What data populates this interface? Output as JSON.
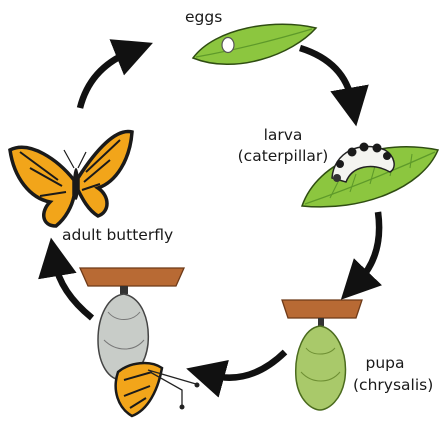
{
  "stages": {
    "eggs": "eggs",
    "larva": "larva",
    "larva_note": "(caterpillar)",
    "pupa": "pupa",
    "pupa_note": "(chrysalis)",
    "adult": "adult butterfly"
  },
  "colors": {
    "leaf": "#8cc63f",
    "leaf_vein": "#5e9a2a",
    "branch": "#b86a34",
    "chrysalis": "#a9c96a",
    "butterfly_orange": "#f2a51a",
    "butterfly_black": "#1a1a1a",
    "arrow": "#111111",
    "text": "#1a1a1a"
  },
  "icons": [
    "leaf-egg-icon",
    "caterpillar-leaf-icon",
    "chrysalis-icon",
    "emerging-butterfly-icon",
    "butterfly-icon",
    "cycle-arrow-icon"
  ]
}
